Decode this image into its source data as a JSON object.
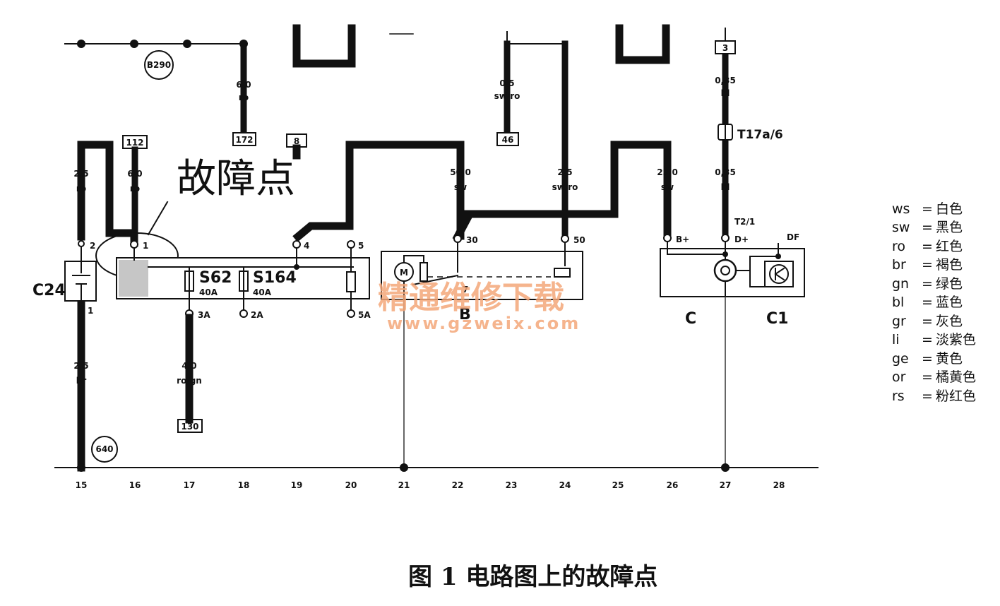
{
  "fault_label": "故障点",
  "caption": "图 1   电路图上的故障点",
  "watermark": {
    "main": "精通维修下载",
    "url": "www.gzweix.com"
  },
  "ground_labels": [
    "B290",
    "640"
  ],
  "wire_specs": [
    {
      "size": "6,0",
      "color": "ro"
    },
    {
      "size": "0,5",
      "color": "sw/ro"
    },
    {
      "size": "0,35",
      "color": "bl"
    },
    {
      "size": "2,5",
      "color": "ro"
    },
    {
      "size": "6,0",
      "color": "ro"
    },
    {
      "size": "50,0",
      "color": "sw"
    },
    {
      "size": "2,5",
      "color": "sw/ro"
    },
    {
      "size": "25,0",
      "color": "sw"
    },
    {
      "size": "0,35",
      "color": "bl"
    },
    {
      "size": "2,5",
      "color": "br"
    },
    {
      "size": "4,0",
      "color": "ro/gn"
    }
  ],
  "ref_boxes": [
    "3",
    "172",
    "112",
    "8",
    "46",
    "130"
  ],
  "connectors": {
    "t17": "T17a/6",
    "t2": "T2/1"
  },
  "components": {
    "c24": "C24",
    "s62": {
      "name": "S62",
      "rating": "40A"
    },
    "s164": {
      "name": "S164",
      "rating": "40A"
    },
    "b": "B",
    "c": "C",
    "c1": "C1",
    "motor": "M"
  },
  "pins": {
    "c24_top": "2",
    "c24_bottom": "1",
    "p1": "1",
    "p4": "4",
    "p5": "5",
    "p3a": "3A",
    "p2a": "2A",
    "p5a": "5A",
    "p30": "30",
    "p50": "50",
    "p7": "7",
    "bplus": "B+",
    "dplus": "D+",
    "df": "DF"
  },
  "track_numbers": [
    "15",
    "16",
    "17",
    "18",
    "19",
    "20",
    "21",
    "22",
    "23",
    "24",
    "25",
    "26",
    "27",
    "28"
  ],
  "legend": [
    {
      "code": "ws",
      "sep": "=",
      "name": "白色"
    },
    {
      "code": "sw",
      "sep": "=",
      "name": "黑色"
    },
    {
      "code": "ro",
      "sep": "=",
      "name": "红色"
    },
    {
      "code": "br",
      "sep": "=",
      "name": "褐色"
    },
    {
      "code": "gn",
      "sep": "=",
      "name": "绿色"
    },
    {
      "code": "bl",
      "sep": "=",
      "name": "蓝色"
    },
    {
      "code": "gr",
      "sep": "=",
      "name": "灰色"
    },
    {
      "code": "li",
      "sep": "=",
      "name": "淡紫色"
    },
    {
      "code": "ge",
      "sep": "=",
      "name": "黄色"
    },
    {
      "code": "or",
      "sep": "=",
      "name": "橘黄色"
    },
    {
      "code": "rs",
      "sep": "=",
      "name": "粉红色"
    }
  ]
}
